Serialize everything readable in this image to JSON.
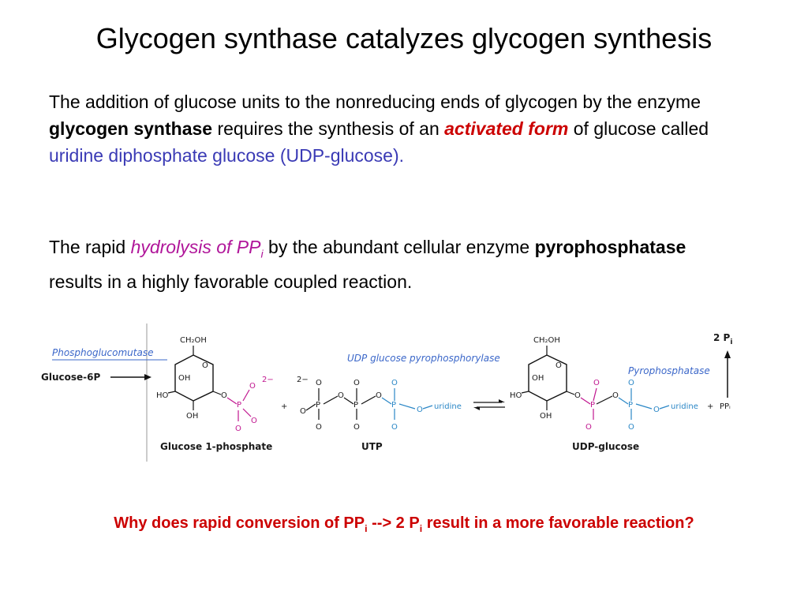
{
  "title": "Glycogen synthase catalyzes glycogen synthesis",
  "para1": {
    "t1": "The addition of glucose units to the nonreducing ends of glycogen by the enzyme ",
    "b1": "glycogen synthase",
    "t2": " requires the synthesis of an ",
    "r1": "activated form",
    "t3": " of glucose called ",
    "blue": "uridine diphosphate glucose (UDP-glucose)."
  },
  "para2": {
    "t1": "The rapid ",
    "m1": "hydrolysis of PP",
    "m1_sub": "i",
    "t2": " by the abundant cellular enzyme ",
    "b1": "pyrophosphatase",
    "t3": " results in a highly favorable coupled reaction."
  },
  "diagram": {
    "enzyme_phosphoglucomutase": "Phosphoglucomutase",
    "input_glucose6p": "Glucose-6P",
    "enzyme_udp_pyrophosphorylase": "UDP glucose pyrophosphorylase",
    "enzyme_pyrophosphatase": "Pyrophosphatase",
    "product_2pi": "2 P",
    "product_2pi_sub": "i",
    "label_glucose1p": "Glucose 1-phosphate",
    "label_utp": "UTP",
    "label_udpglucose": "UDP-glucose",
    "ch2oh": "CH₂OH",
    "uridine": "uridine",
    "plus": "+",
    "ppi": "PPᵢ",
    "charge_2minus": "2−"
  },
  "question": {
    "t1": "Why does rapid conversion of PP",
    "s1": "i",
    "t2": " --> 2 P",
    "s2": "i",
    "t3": " result in a more favorable reaction?"
  }
}
